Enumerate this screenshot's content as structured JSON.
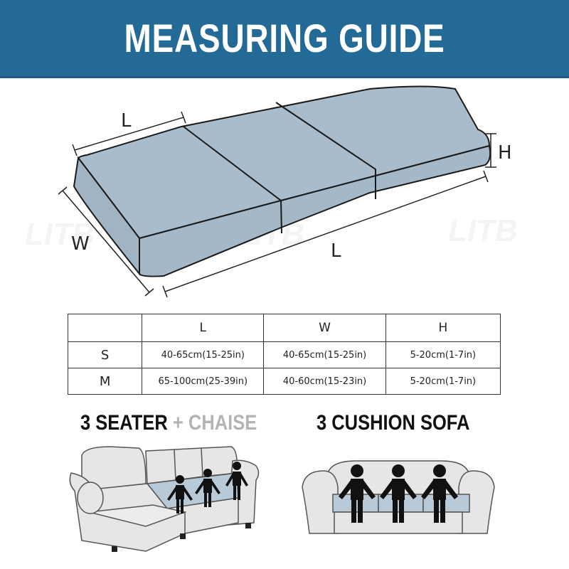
{
  "header": {
    "title": "MEASURING GUIDE",
    "background_color": "#236a96"
  },
  "diagram": {
    "cushion_color": "#a9bccb",
    "labels": {
      "top_length": "L",
      "height": "H",
      "width": "W",
      "total_length": "L"
    },
    "watermark": "LITB"
  },
  "size_table": {
    "headers": [
      "",
      "L",
      "W",
      "H"
    ],
    "rows": [
      {
        "size": "S",
        "L": "40-65cm(15-25in)",
        "W": "40-65cm(15-25in)",
        "H": "5-20cm(1-7in)"
      },
      {
        "size": "M",
        "L": "65-100cm(25-39in)",
        "W": "40-60cm(15-23in)",
        "H": "5-20cm(1-7in)"
      }
    ]
  },
  "sections": {
    "left": {
      "title_main": "3 SEATER",
      "title_plus": "+",
      "title_extra": "CHAISE"
    },
    "right": {
      "title": "3 CUSHION SOFA"
    }
  }
}
